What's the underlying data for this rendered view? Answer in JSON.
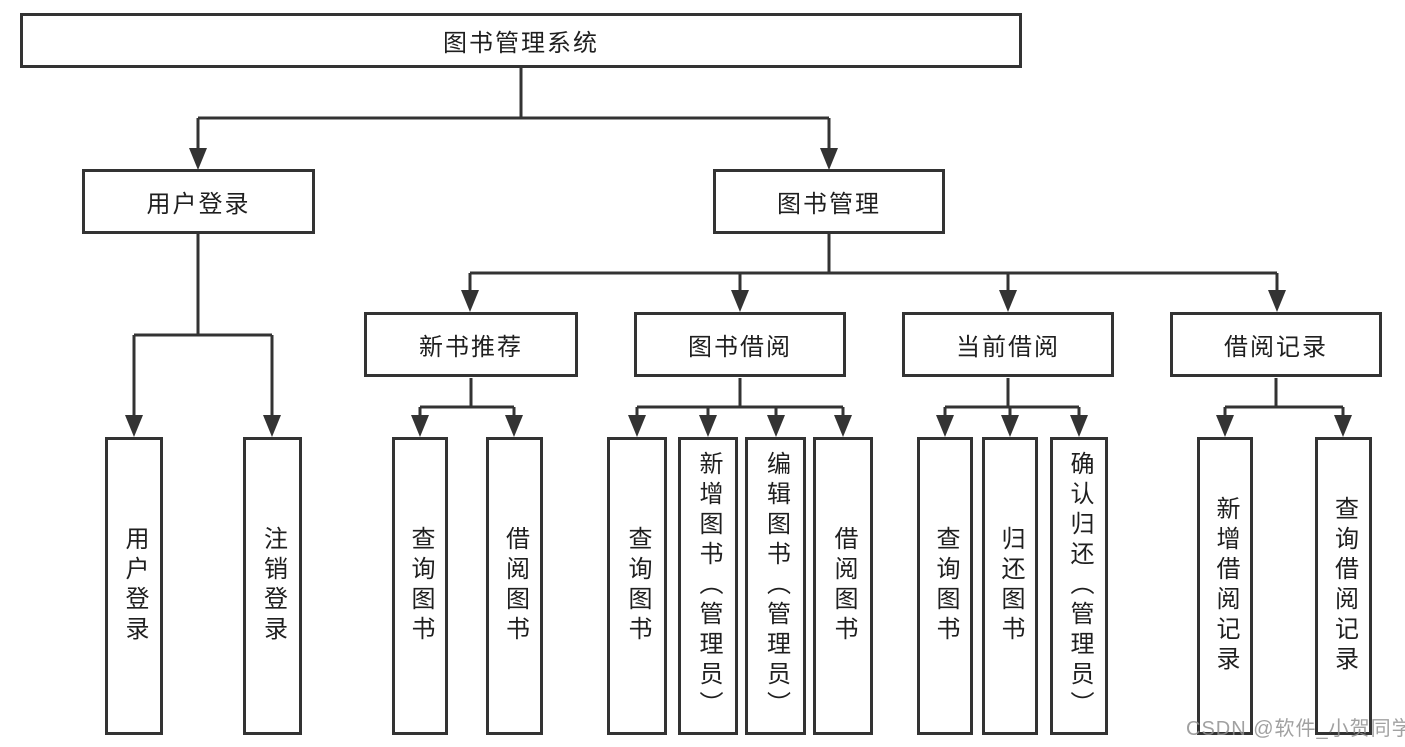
{
  "colors": {
    "line": "#333333",
    "box_border": "#333333",
    "text": "#1f1f1f",
    "background": "#ffffff",
    "watermark": "#919191"
  },
  "tree": {
    "label": "图书管理系统",
    "children": [
      {
        "label": "用户登录",
        "children": [
          {
            "label": "用户登录"
          },
          {
            "label": "注销登录"
          }
        ]
      },
      {
        "label": "图书管理",
        "children": [
          {
            "label": "新书推荐",
            "children": [
              {
                "label": "查询图书"
              },
              {
                "label": "借阅图书"
              }
            ]
          },
          {
            "label": "图书借阅",
            "children": [
              {
                "label": "查询图书"
              },
              {
                "label": "新增图书（管理员）"
              },
              {
                "label": "编辑图书（管理员）"
              },
              {
                "label": "借阅图书"
              }
            ]
          },
          {
            "label": "当前借阅",
            "children": [
              {
                "label": "查询图书"
              },
              {
                "label": "归还图书"
              },
              {
                "label": "确认归还（管理员）"
              }
            ]
          },
          {
            "label": "借阅记录",
            "children": [
              {
                "label": "新增借阅记录"
              },
              {
                "label": "查询借阅记录"
              }
            ]
          }
        ]
      }
    ]
  },
  "watermark": {
    "text": "CSDN @软件_小贺同学"
  }
}
